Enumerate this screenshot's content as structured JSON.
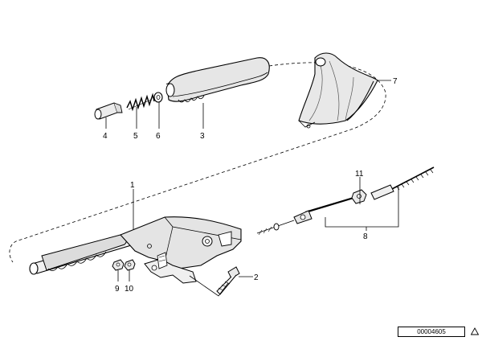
{
  "callouts": {
    "c1": "1",
    "c2": "2",
    "c3": "3",
    "c4": "4",
    "c5": "5",
    "c6": "6",
    "c7": "7",
    "c8": "8",
    "c9": "9",
    "c10": "10",
    "c11": "11"
  },
  "footer": {
    "diagram_number": "00004605"
  }
}
